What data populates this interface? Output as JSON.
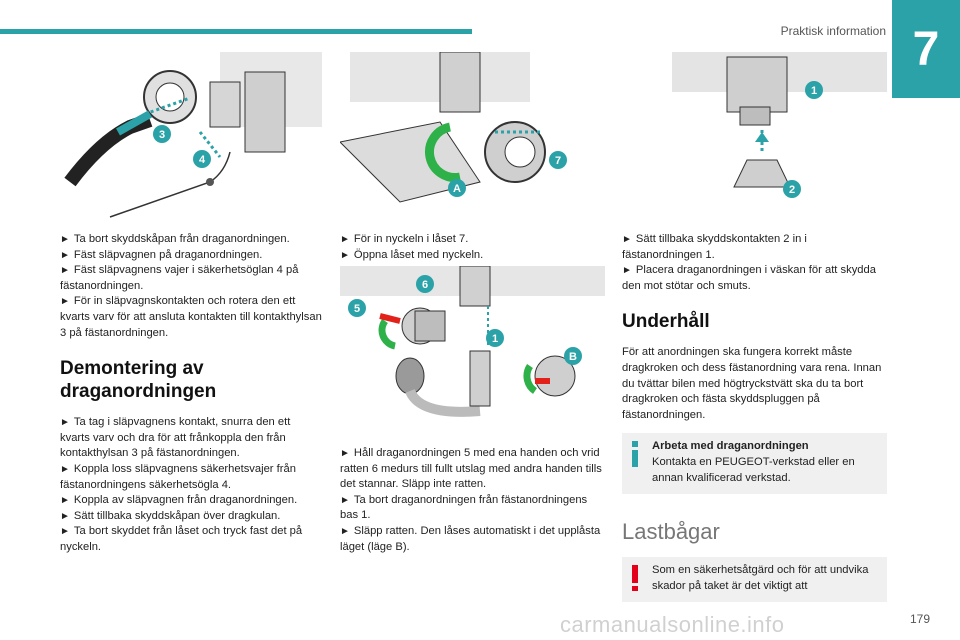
{
  "header": {
    "title": "Praktisk information",
    "chapter": "7"
  },
  "colors": {
    "accent": "#2aa2a7",
    "warning": "#e2001a",
    "green": "#2fb14a",
    "red": "#e2221a"
  },
  "figures": {
    "fig1_labels": [
      "3",
      "4"
    ],
    "fig2_labels": [
      "7",
      "A"
    ],
    "fig3_labels": [
      "1",
      "2"
    ],
    "fig4_labels": [
      "5",
      "6",
      "1",
      "B"
    ]
  },
  "col1": {
    "paras": [
      "Ta bort skyddskåpan från draganordningen.",
      "Fäst släpvagnen på draganordningen.",
      "Fäst släpvagnens vajer i säkerhetsöglan 4 på fästanordningen.",
      "För in släpvagnskontakten och rotera den ett kvarts varv för att ansluta kontakten till kontakthylsan 3 på fästanordningen."
    ],
    "heading": "Demontering av draganordningen",
    "paras2": [
      "Ta tag i släpvagnens kontakt, snurra den ett kvarts varv och dra för att frånkoppla den från kontakthylsan 3 på fästanordningen.",
      "Koppla loss släpvagnens säkerhetsvajer från fästanordningens säkerhetsögla 4.",
      "Koppla av släpvagnen från draganordningen.",
      "Sätt tillbaka skyddskåpan över dragkulan.",
      "Ta bort skyddet från låset och tryck fast det på nyckeln."
    ]
  },
  "col2": {
    "paras": [
      "För in nyckeln i låset 7.",
      "Öppna låset med nyckeln."
    ],
    "paras2": [
      "Håll draganordningen 5 med ena handen och vrid ratten 6 medurs till fullt utslag med andra handen tills det stannar. Släpp inte ratten.",
      "Ta bort draganordningen från fästanordningens bas 1.",
      "Släpp ratten. Den låses automatiskt i det upplåsta läget (läge B)."
    ]
  },
  "col3": {
    "paras": [
      "Sätt tillbaka skyddskontakten 2 in i fästanordningen 1.",
      "Placera draganordningen i väskan för att skydda den mot stötar och smuts."
    ],
    "heading": "Underhåll",
    "body": "För att anordningen ska fungera korrekt måste dragkroken och dess fästanordning vara rena. Innan du tvättar bilen med högtryckstvätt ska du ta bort dragkroken och fästa skyddspluggen på fästanordningen.",
    "info_title": "Arbeta med draganordningen",
    "info_body": "Kontakta en PEUGEOT-verkstad eller en annan kvalificerad verkstad.",
    "heading2": "Lastbågar",
    "warn_body": "Som en säkerhetsåtgärd och för att undvika skador på taket är det viktigt att"
  },
  "footer": {
    "page": "179",
    "watermark": "carmanualsonline.info"
  }
}
